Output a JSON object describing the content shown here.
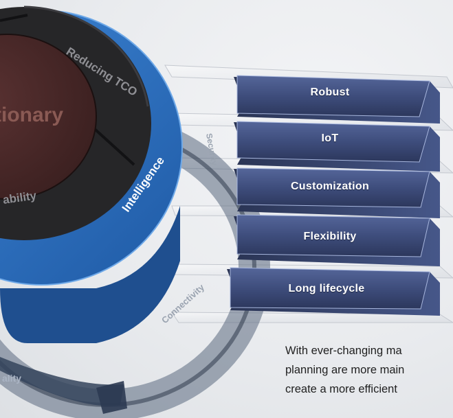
{
  "pillars": [
    {
      "label": "Robust"
    },
    {
      "label": "IoT"
    },
    {
      "label": "Customization"
    },
    {
      "label": "Flexibility"
    },
    {
      "label": "Long lifecycle"
    }
  ],
  "ring_labels": {
    "center": "tionary",
    "top_segment": "Reducing TCO",
    "left_segment": "ability",
    "blue_ring": "Intelligence",
    "outer_ring_security": "Security",
    "outer_ring_connectivity": "Connectivity",
    "outer_ring_bottom": "ality"
  },
  "caption_lines": [
    "With ever-changing ma",
    "planning are more main",
    "create a more efficient"
  ],
  "colors": {
    "blade": "#3e4d7c",
    "blue_ring": "#2f73c4",
    "center": "#4a2a2a",
    "dark_ring": "#2a2a2c"
  }
}
